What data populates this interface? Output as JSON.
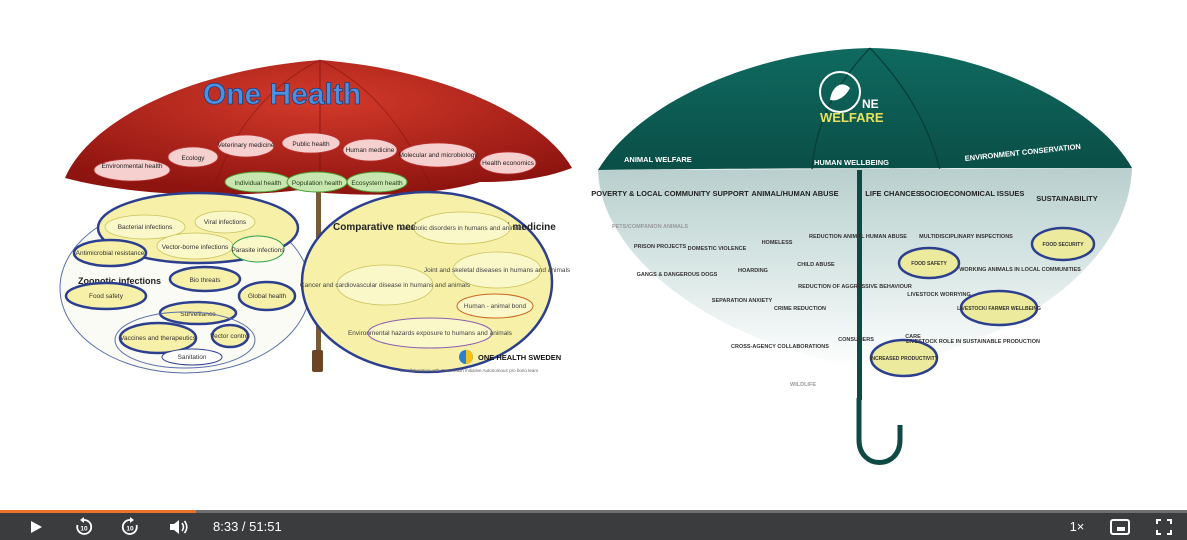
{
  "one_health": {
    "title": "One Health",
    "canopy_labels": [
      "Environmental health",
      "Ecology",
      "Veterinary medicine",
      "Public health",
      "Human medicine",
      "Molecular and microbiology",
      "Health economics"
    ],
    "middle_labels": [
      "Individual health",
      "Population health",
      "Ecosystem health"
    ],
    "left_labels": [
      "Bacterial infections",
      "Viral infections",
      "Vector-borne infections",
      "Parasite infections",
      "Antimicrobial resistance",
      "Bio threats",
      "Zoonotic infections",
      "Food safety",
      "Global health",
      "Surveillance",
      "Vaccines and therapeutics",
      "Vector control",
      "Sanitation"
    ],
    "right_title": "Comparative medicine / Translational medicine",
    "right_labels": [
      "Metabolic disorders in humans and animals",
      "Joint and skeletal diseases in humans and animals",
      "Cancer and cardiovascular disease in humans and animals",
      "Human - animal bond",
      "Environmental hazards exposure to humans and animals"
    ],
    "logo_text": "ONE HEALTH SWEDEN",
    "footer_text": "In collaboration with One Health Initiative Autonomous pro bono team"
  },
  "one_welfare": {
    "logo_ne": "NE",
    "logo_welfare": "WELFARE",
    "canopy_labels": [
      "ANIMAL WELFARE",
      "HUMAN WELLBEING",
      "ENVIRONMENT CONSERVATION"
    ],
    "column_headers": [
      "POVERTY & LOCAL COMMUNITY SUPPORT",
      "ANIMAL/HUMAN ABUSE",
      "LIFE CHANCES",
      "SOCIOECONOMICAL ISSUES",
      "SUSTAINABILITY"
    ],
    "items": [
      "PETS/COMPANION ANIMALS",
      "PRISON PROJECTS",
      "DOMESTIC VIOLENCE",
      "HOMELESS",
      "REDUCTION ANIMAL HUMAN ABUSE",
      "MULTIDISCIPLINARY INSPECTIONS",
      "GANGS & DANGEROUS DOGS",
      "HOARDING",
      "CHILD ABUSE",
      "FOOD SAFETY",
      "FOOD SECURITY",
      "WORKING ANIMALS IN LOCAL COMMUNITIES",
      "REDUCTION OF AGGRESSIVE BEHAVIOUR",
      "LIVESTOCK WORRYING",
      "SEPARATION ANXIETY",
      "CRIME REDUCTION",
      "LIVESTOCK/ FARMER WELLBEING",
      "CROSS-AGENCY COLLABORATIONS",
      "CONSUMERS",
      "CARE",
      "LIVESTOCK ROLE IN SUSTAINABLE PRODUCTION",
      "INCREASED PRODUCTIVITY",
      "WILDLIFE"
    ]
  },
  "player": {
    "current_time": "8:33",
    "separator": " / ",
    "duration": "51:51",
    "speed": "1×",
    "progress": 0.165,
    "accent": "#e8742a",
    "icons": [
      "play-icon",
      "rewind-10-icon",
      "forward-10-icon",
      "volume-icon",
      "captions-icon",
      "fullscreen-icon"
    ]
  }
}
